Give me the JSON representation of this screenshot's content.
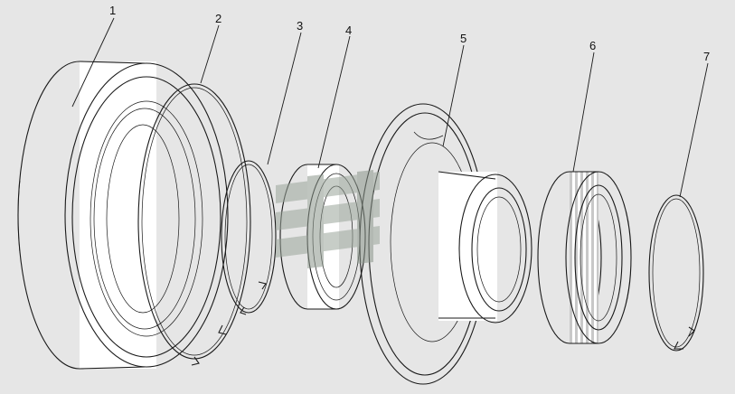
{
  "callouts": [
    {
      "id": "1",
      "text": "1"
    },
    {
      "id": "2",
      "text": "2"
    },
    {
      "id": "3",
      "text": "3"
    },
    {
      "id": "4",
      "text": "4"
    },
    {
      "id": "5",
      "text": "5"
    },
    {
      "id": "6",
      "text": "6"
    },
    {
      "id": "7",
      "text": "7"
    }
  ],
  "colors": {
    "background": "#e6e6e6",
    "part_fill": "#ffffff",
    "line": "#1a1a1a",
    "watermark": "#9aa59a"
  }
}
